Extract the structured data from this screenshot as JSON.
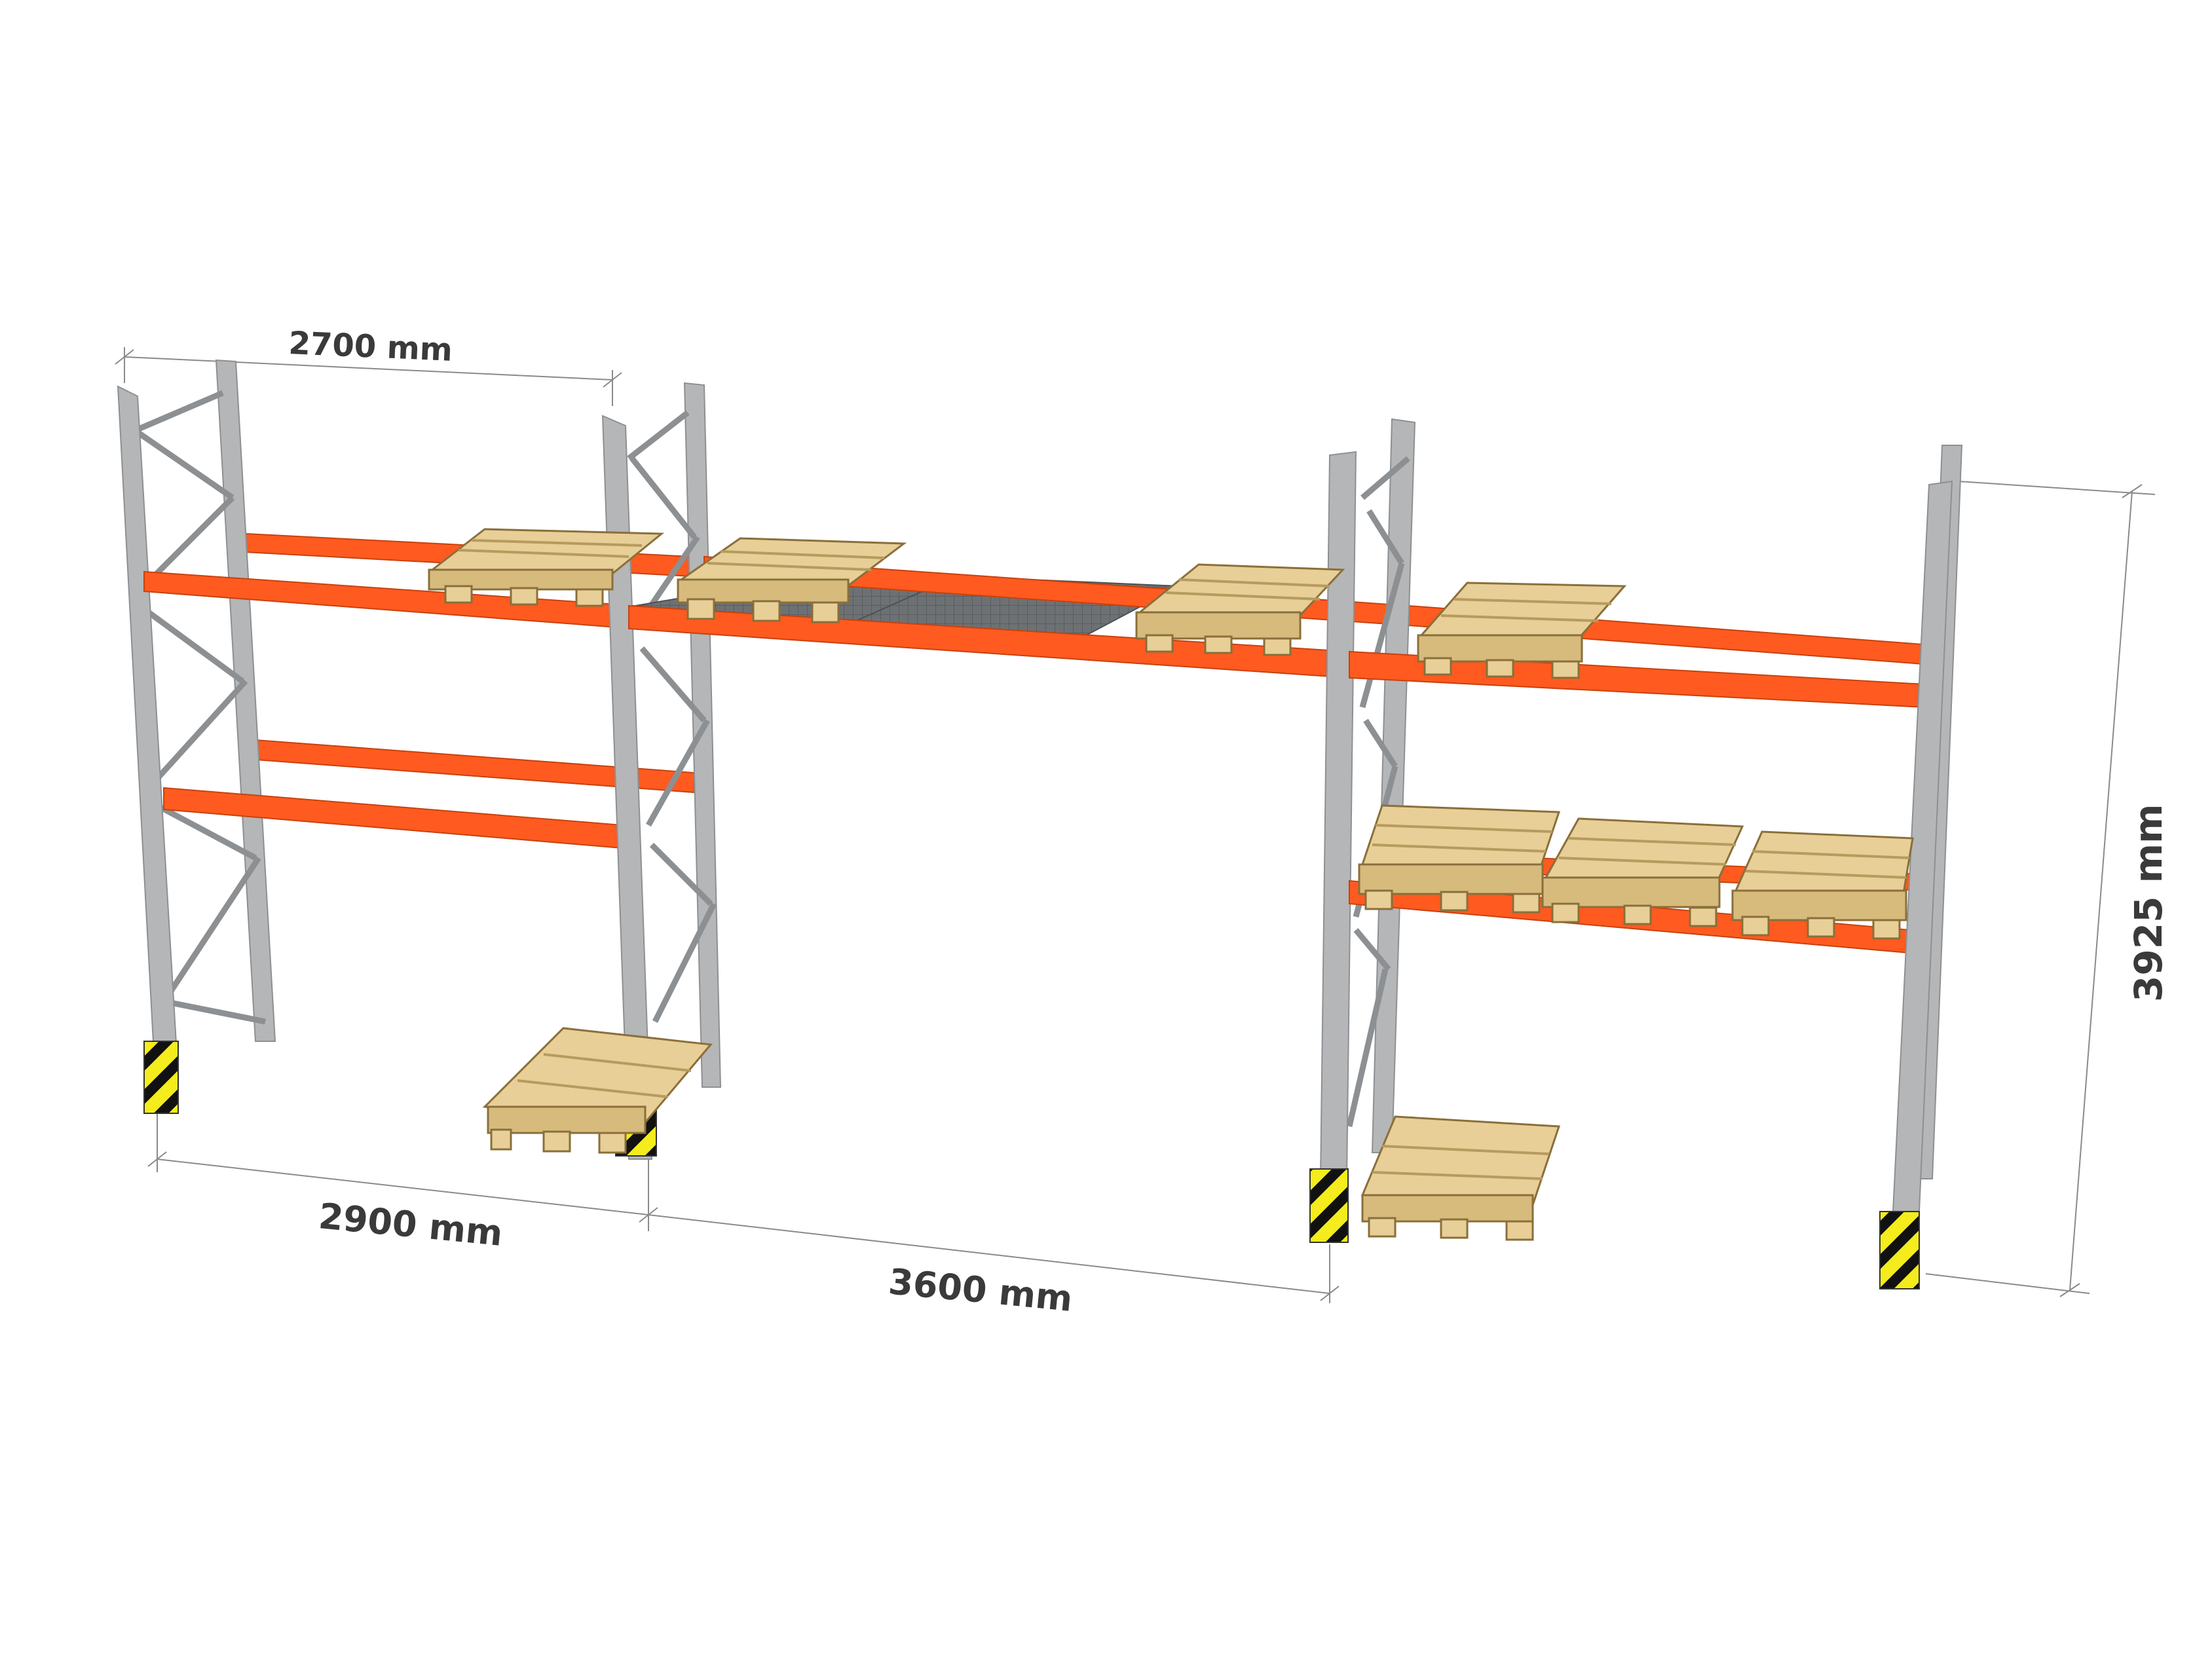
{
  "dimensions": {
    "depth_label": "2700 mm",
    "bay1_width_label": "2900 mm",
    "bay2_width_label": "3600 mm",
    "height_label": "3925 mm"
  },
  "colors": {
    "upright": "#b4b6b8",
    "upright_dark": "#8d9093",
    "beam": "#ff5a1f",
    "beam_dark": "#c7420e",
    "pallet": "#e7cf97",
    "pallet_dark": "#b79a5e",
    "deck": "#6e7174",
    "guard_yellow": "#f4ec1c",
    "guard_black": "#111111",
    "dim_line": "#8a8a8a",
    "text": "#3a3a3a"
  }
}
